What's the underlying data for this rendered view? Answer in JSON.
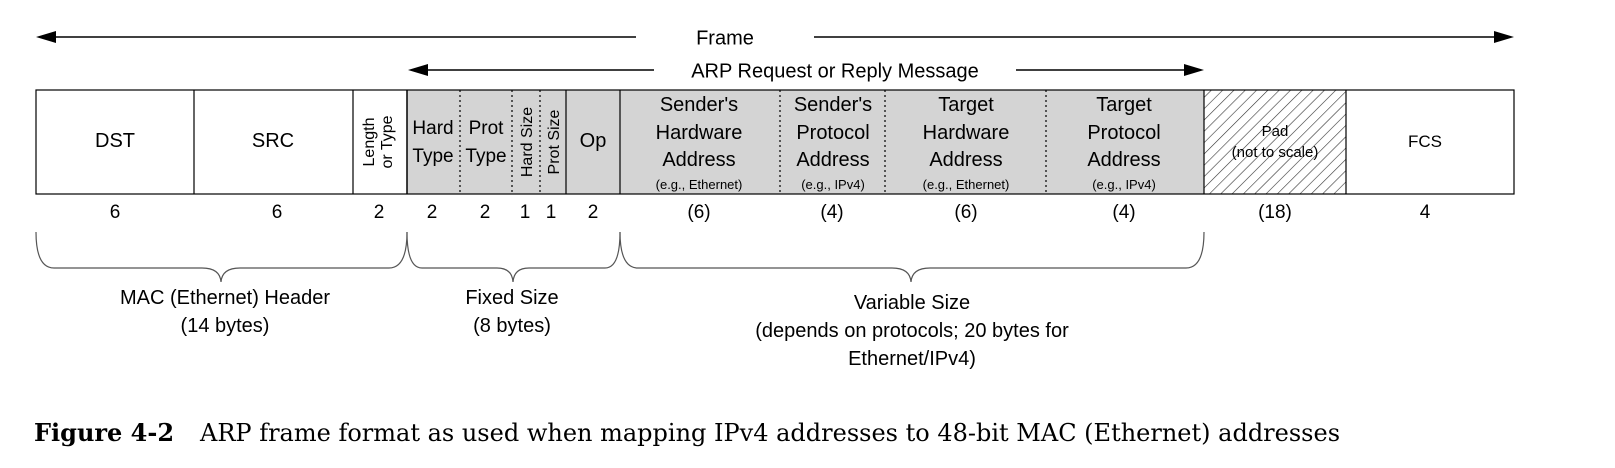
{
  "colors": {
    "shaded": "#d4d4d4",
    "line": "#000000",
    "hatch": "#333333"
  },
  "arrows": {
    "frame": "Frame",
    "message": "ARP Request or Reply Message"
  },
  "fields": {
    "dst": "DST",
    "src": "SRC",
    "len_type_1": "Length",
    "len_type_2": "or Type",
    "hard_type_1": "Hard",
    "hard_type_2": "Type",
    "prot_type_1": "Prot",
    "prot_type_2": "Type",
    "hard_size": "Hard Size",
    "prot_size": "Prot Size",
    "op": "Op",
    "sha_1": "Sender's",
    "sha_2": "Hardware",
    "sha_3": "Address",
    "sha_4": "(e.g., Ethernet)",
    "spa_1": "Sender's",
    "spa_2": "Protocol",
    "spa_3": "Address",
    "spa_4": "(e.g., IPv4)",
    "tha_1": "Target",
    "tha_2": "Hardware",
    "tha_3": "Address",
    "tha_4": "(e.g., Ethernet)",
    "tpa_1": "Target",
    "tpa_2": "Protocol",
    "tpa_3": "Address",
    "tpa_4": "(e.g., IPv4)",
    "pad_1": "Pad",
    "pad_2": "(not to scale)",
    "fcs": "FCS"
  },
  "sizes": {
    "dst": "6",
    "src": "6",
    "len_type": "2",
    "hard_type": "2",
    "prot_type": "2",
    "hard_size": "1",
    "prot_size": "1",
    "op": "2",
    "sha": "(6)",
    "spa": "(4)",
    "tha": "(6)",
    "tpa": "(4)",
    "pad": "(18)",
    "fcs": "4"
  },
  "groups": {
    "mac_1": "MAC (Ethernet) Header",
    "mac_2": "(14 bytes)",
    "fixed_1": "Fixed Size",
    "fixed_2": "(8 bytes)",
    "var_1": "Variable Size",
    "var_2": "(depends on protocols; 20 bytes for",
    "var_3": "Ethernet/IPv4)"
  },
  "caption": {
    "label": "Figure 4-2",
    "text": "ARP frame format as used when mapping IPv4 addresses to 48-bit MAC (Ethernet) addresses"
  }
}
